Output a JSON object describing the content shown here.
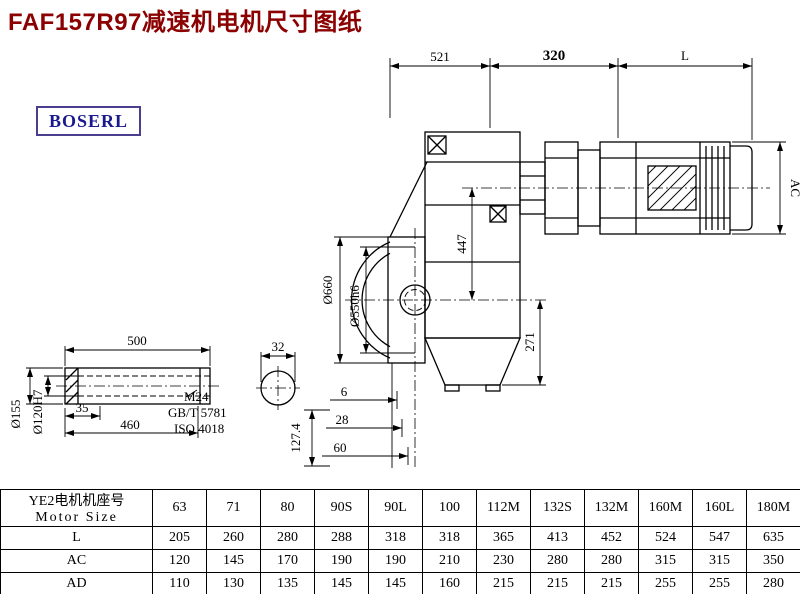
{
  "title": "FAF157R97减速机电机尺寸图纸",
  "logo": {
    "text": "BOSERL"
  },
  "colors": {
    "title": "#8B0000",
    "logo_text": "#1a1a8e",
    "logo_border": "#4b3e8f",
    "line": "#000000"
  },
  "drawing": {
    "dim_521": "521",
    "dim_320": "320",
    "dim_L": "L",
    "dim_AC": "AC",
    "dim_447": "447",
    "dim_660": "Ø660",
    "dim_550": "Ø550h6",
    "dim_271": "271",
    "dim_500": "500",
    "dim_32": "32",
    "dim_35": "35",
    "dim_460": "460",
    "note_m24": "M24",
    "note_gbt": "GB/T 5781",
    "note_iso": "ISO 4018",
    "dim_155": "Ø155",
    "dim_120": "Ø120H7",
    "dim_6": "6",
    "dim_28": "28",
    "dim_60": "60",
    "dim_127": "127.4"
  },
  "table": {
    "row_header_line1": "YE2电机机座号",
    "row_header_line2": "Motor Size",
    "columns": [
      "63",
      "71",
      "80",
      "90S",
      "90L",
      "100",
      "112M",
      "132S",
      "132M",
      "160M",
      "160L",
      "180M"
    ],
    "rows": [
      {
        "label": "L",
        "values": [
          "205",
          "260",
          "280",
          "288",
          "318",
          "318",
          "365",
          "413",
          "452",
          "524",
          "547",
          "635"
        ]
      },
      {
        "label": "AC",
        "values": [
          "120",
          "145",
          "170",
          "190",
          "190",
          "210",
          "230",
          "280",
          "280",
          "315",
          "315",
          "350"
        ]
      },
      {
        "label": "AD",
        "values": [
          "110",
          "130",
          "135",
          "145",
          "145",
          "160",
          "215",
          "215",
          "215",
          "255",
          "255",
          "280"
        ]
      }
    ]
  }
}
